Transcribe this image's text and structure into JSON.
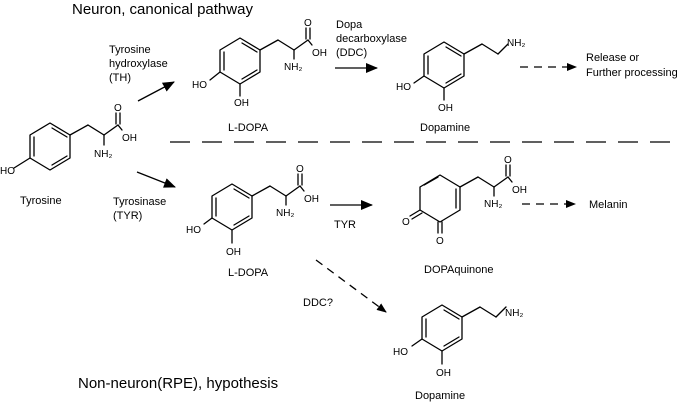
{
  "sections": {
    "neuron_title": "Neuron, canonical pathway",
    "non_neuron_title": "Non-neuron(RPE), hypothesis"
  },
  "compounds": {
    "tyrosine": "Tyrosine",
    "ldopa_top": "L-DOPA",
    "dopamine_top": "Dopamine",
    "ldopa_bottom": "L-DOPA",
    "dopaquinone": "DOPAquinone",
    "dopamine_bottom": "Dopamine",
    "melanin": "Melanin",
    "release": [
      "Release or",
      "Further processing"
    ]
  },
  "enzymes": {
    "th": [
      "Tyrosine",
      "hydroxylase",
      "(TH)"
    ],
    "ddc": [
      "Dopa",
      "decarboxylase",
      "(DDC)"
    ],
    "tyrosinase": [
      "Tyrosinase",
      "(TYR)"
    ],
    "tyr": "TYR",
    "ddc_q": "DDC?"
  },
  "atoms": {
    "ho": "HO",
    "oh": "OH",
    "nh2": "NH₂",
    "o": "O"
  }
}
